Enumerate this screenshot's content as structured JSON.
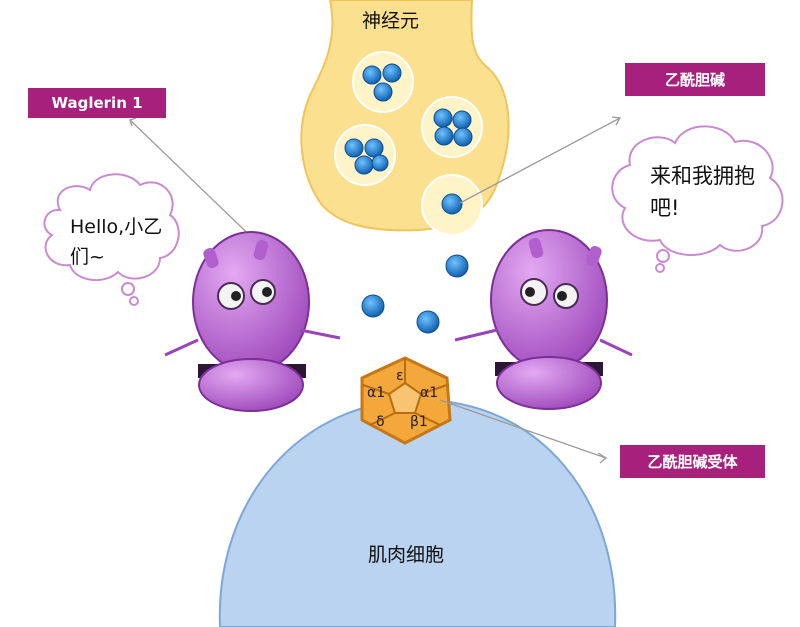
{
  "labels": {
    "neuron": "神经元",
    "acetylcholine": "乙酰胆碱",
    "waglerin": "Waglerin 1",
    "receptor": "乙酰胆碱受体",
    "muscle_cell": "肌肉细胞"
  },
  "speech": {
    "left": "Hello,小乙们~",
    "right": "来和我拥抱吧!"
  },
  "receptor_subunits": {
    "epsilon": "ε",
    "alpha1_left": "α1",
    "alpha1_right": "α1",
    "delta": "δ",
    "beta1": "β1"
  },
  "colors": {
    "neuron_fill": "#fbe18f",
    "muscle_fill": "#b9d3f0",
    "label_bg": "#a6207c",
    "robot_body": "#c77ee0",
    "molecule": "#2a8bd6",
    "receptor_fill": "#f4a73a"
  }
}
